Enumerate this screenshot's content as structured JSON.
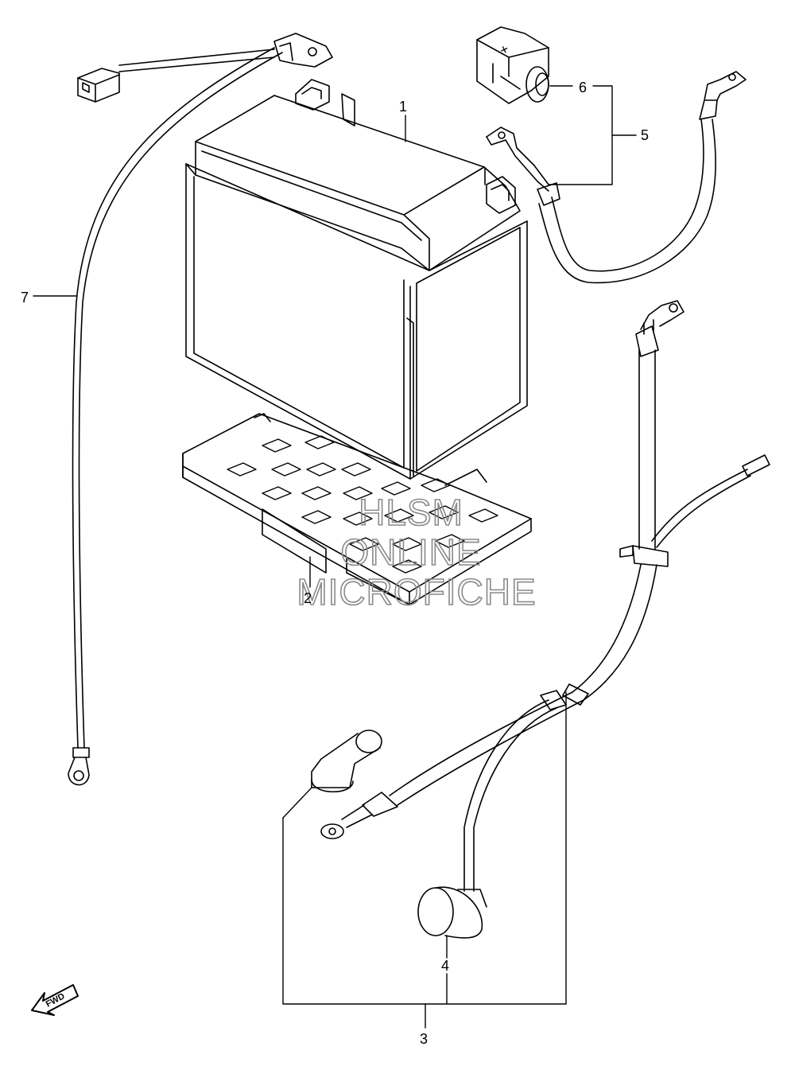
{
  "callouts": {
    "c1": "1",
    "c2": "2",
    "c3": "3",
    "c4": "4",
    "c5": "5",
    "c6": "6",
    "c7": "7"
  },
  "watermark": {
    "line1": "HLSM",
    "line2": "ONLINE",
    "line3": "MICROFICHE"
  },
  "direction_marker": {
    "label": "FWD"
  },
  "terminal_cap": {
    "symbol": "+"
  }
}
